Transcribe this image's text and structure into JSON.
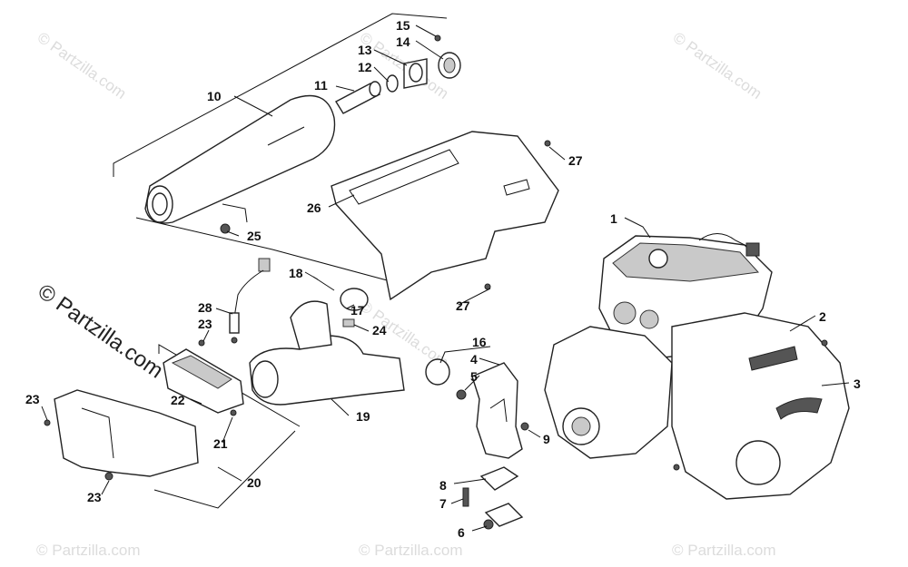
{
  "watermark": {
    "text": "© Partzilla.com",
    "big_text": "© Partzilla.com"
  },
  "callouts": [
    {
      "id": "c1",
      "label": "1"
    },
    {
      "id": "c2",
      "label": "2"
    },
    {
      "id": "c3",
      "label": "3"
    },
    {
      "id": "c4",
      "label": "4"
    },
    {
      "id": "c5",
      "label": "5"
    },
    {
      "id": "c6",
      "label": "6"
    },
    {
      "id": "c7",
      "label": "7"
    },
    {
      "id": "c8",
      "label": "8"
    },
    {
      "id": "c9",
      "label": "9"
    },
    {
      "id": "c10",
      "label": "10"
    },
    {
      "id": "c11",
      "label": "11"
    },
    {
      "id": "c12",
      "label": "12"
    },
    {
      "id": "c13",
      "label": "13"
    },
    {
      "id": "c14",
      "label": "14"
    },
    {
      "id": "c15",
      "label": "15"
    },
    {
      "id": "c16",
      "label": "16"
    },
    {
      "id": "c17",
      "label": "17"
    },
    {
      "id": "c18",
      "label": "18"
    },
    {
      "id": "c19",
      "label": "19"
    },
    {
      "id": "c20",
      "label": "20"
    },
    {
      "id": "c21",
      "label": "21"
    },
    {
      "id": "c22",
      "label": "22"
    },
    {
      "id": "c23a",
      "label": "23"
    },
    {
      "id": "c23b",
      "label": "23"
    },
    {
      "id": "c23c",
      "label": "23"
    },
    {
      "id": "c24",
      "label": "24"
    },
    {
      "id": "c25",
      "label": "25"
    },
    {
      "id": "c26",
      "label": "26"
    },
    {
      "id": "c27a",
      "label": "27"
    },
    {
      "id": "c27b",
      "label": "27"
    },
    {
      "id": "c28",
      "label": "28"
    }
  ]
}
